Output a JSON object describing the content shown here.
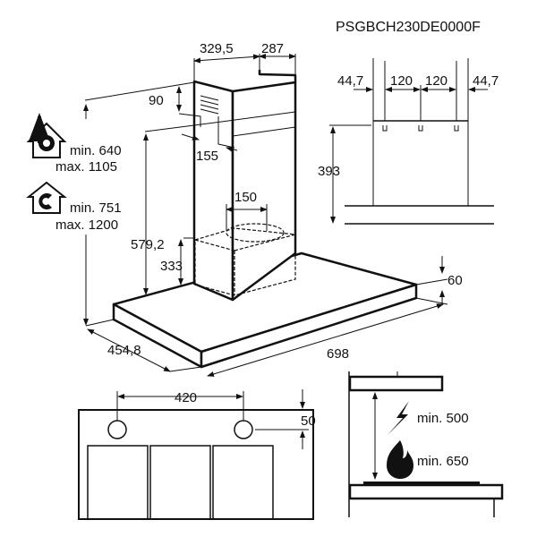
{
  "model_code": "PSGBCH230DE0000F",
  "main_view": {
    "chimney_width": "329,5",
    "chimney_depth": "287",
    "outlet_offset_top": "90",
    "outlet_offset_side": "155",
    "outlet_diameter": "150",
    "chimney_height_lower": "579,2",
    "motor_height": "333",
    "canopy_thickness": "60",
    "canopy_depth": "454,8",
    "canopy_width": "698"
  },
  "installation_modes": [
    {
      "icon": "extraction-mode-icon",
      "min": "min. 640",
      "max": "max. 1105"
    },
    {
      "icon": "recirculation-mode-icon",
      "min": "min. 751",
      "max": "max. 1200"
    }
  ],
  "bracket_view": {
    "offset_left": "44,7",
    "spacing_1": "120",
    "spacing_2": "120",
    "offset_right": "44,7",
    "height": "393"
  },
  "bottom_view": {
    "light_spacing": "420",
    "light_offset": "50"
  },
  "clearance_view": {
    "electric": {
      "icon": "lightning-icon",
      "label": "min. 500"
    },
    "gas": {
      "icon": "flame-icon",
      "label": "min. 650"
    }
  }
}
